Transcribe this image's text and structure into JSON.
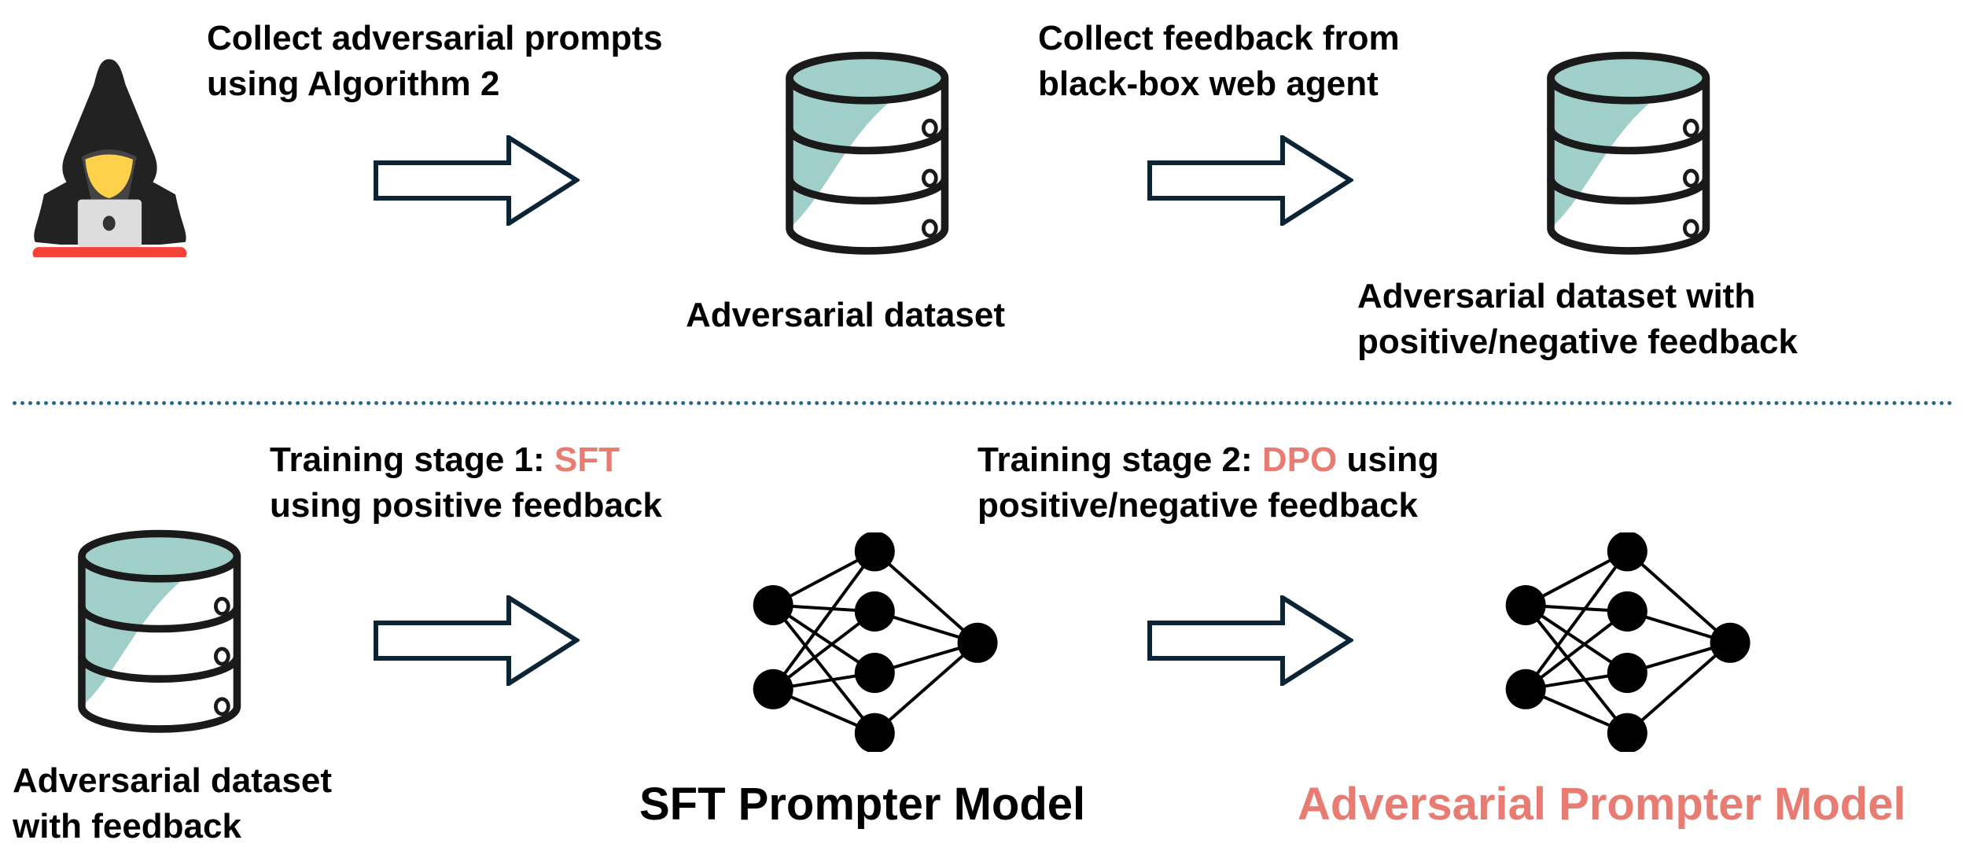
{
  "top": {
    "step1_label": [
      "Collect adversarial prompts",
      "using Algorithm 2"
    ],
    "dataset_label": "Adversarial dataset",
    "step2_label": [
      "Collect feedback from",
      "black-box web agent"
    ],
    "dataset_feedback_label": [
      "Adversarial dataset with",
      "positive/negative feedback"
    ]
  },
  "bottom": {
    "stage1": {
      "prefix": "Training stage 1: ",
      "method": "SFT",
      "line2": "using positive feedback"
    },
    "stage2": {
      "prefix": "Training stage 2: ",
      "method": "DPO",
      "suffix": " using",
      "line2": "positive/negative feedback"
    },
    "dataset_label": [
      "Adversarial dataset",
      "with feedback"
    ],
    "sft_model_label": "SFT Prompter Model",
    "adv_model_label": "Adversarial Prompter Model"
  },
  "colors": {
    "accent": "#e97c72",
    "db_fill": "#a0cfc9",
    "arrow_stroke": "#0b2536",
    "divider": "#2b6583"
  }
}
